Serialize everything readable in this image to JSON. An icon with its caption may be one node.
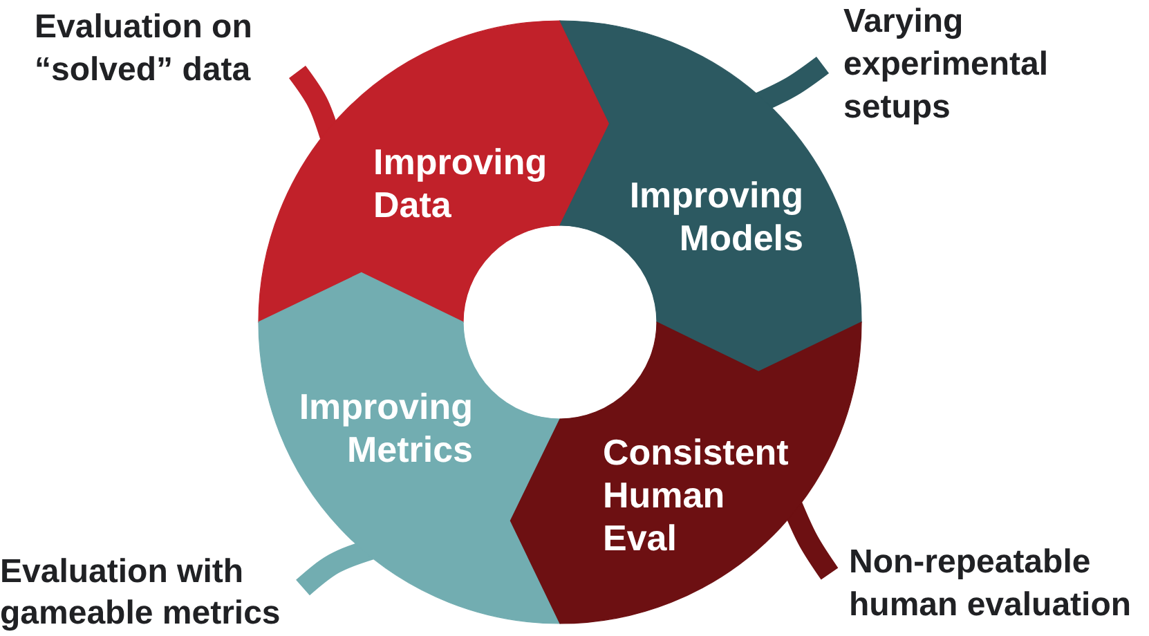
{
  "diagram": {
    "nodes": [
      {
        "text": [
          "Evaluation on “solved” data"
        ]
      },
      {
        "text": [
          "Varying experimental setups"
        ]
      },
      {
        "text": [
          "Improving Data"
        ]
      },
      {
        "text": [
          "Improving Models"
        ]
      },
      {
        "text": [
          "Improving Metrics"
        ]
      },
      {
        "text": [
          "Consistent Human Eval"
        ]
      },
      {
        "text": [
          "Evaluation with gameable metrics"
        ]
      },
      {
        "text": [
          "Non-repeatable human evaluation"
        ]
      }
    ],
    "edges": [
      {
        "from": 2,
        "to": 0,
        "arrow": "none",
        "color": "#c1212a"
      },
      {
        "from": 3,
        "to": 1,
        "arrow": "none",
        "color": "#2c5961"
      },
      {
        "from": 4,
        "to": 6,
        "arrow": "none",
        "color": "#72adb1"
      },
      {
        "from": 5,
        "to": 7,
        "arrow": "none",
        "color": "#6d1012"
      }
    ]
  }
}
